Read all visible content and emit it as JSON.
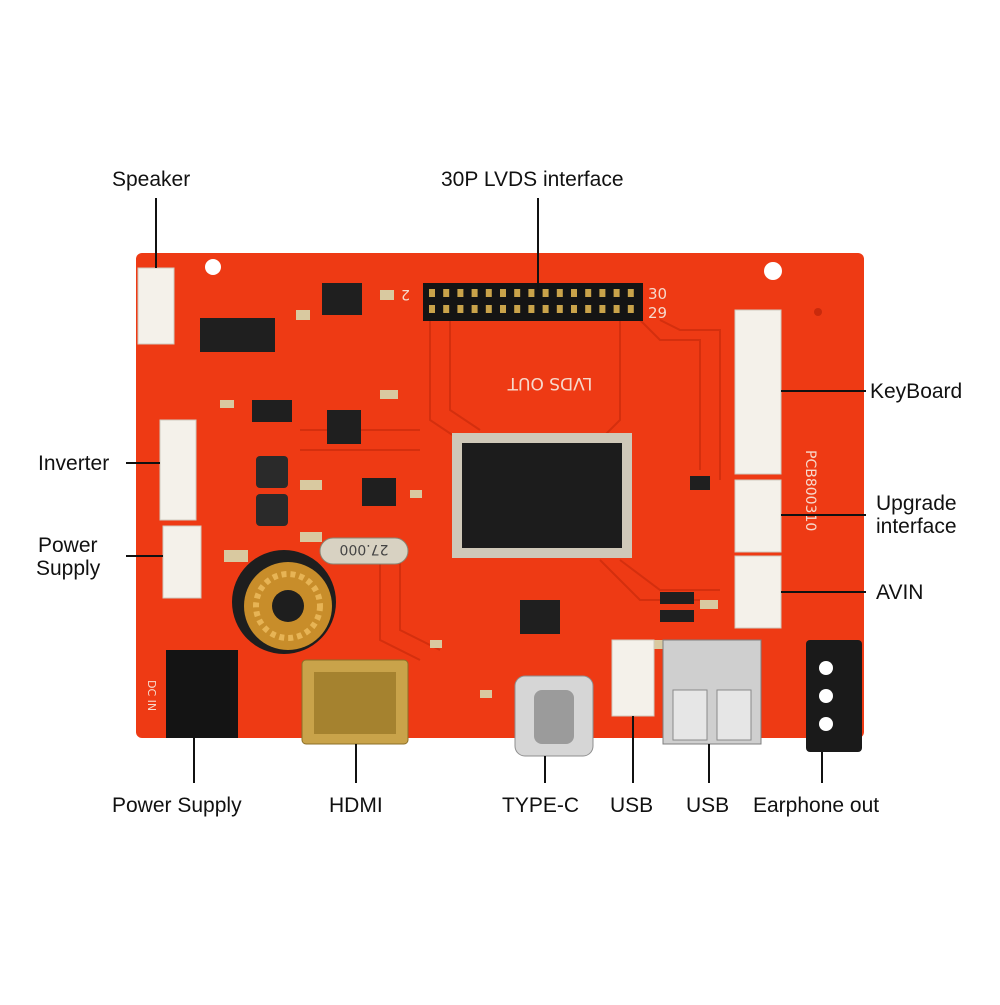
{
  "labels": {
    "speaker": "Speaker",
    "lvds_interface": "30P LVDS interface",
    "inverter": "Inverter",
    "power_supply_side_line1": "Power",
    "power_supply_side_line2": "Supply",
    "keyboard": "KeyBoard",
    "upgrade_line1": "Upgrade",
    "upgrade_line2": "interface",
    "avin": "AVIN",
    "power_supply_bottom": "Power Supply",
    "hdmi": "HDMI",
    "type_c": "TYPE-C",
    "usb_1": "USB",
    "usb_2": "USB",
    "earphone_out": "Earphone out"
  },
  "silkscreen": {
    "lvds_out": "LVDS OUT",
    "pin_2": "2",
    "pin_30": "30",
    "pin_29": "29",
    "crystal": "27.000",
    "dc_in": "DC IN",
    "board_id": "PCB800310"
  },
  "colors": {
    "board": "#ee3a14",
    "chip": "#1c1c1c",
    "connector": "#f4f1ea",
    "metal": "#c9a34a"
  }
}
